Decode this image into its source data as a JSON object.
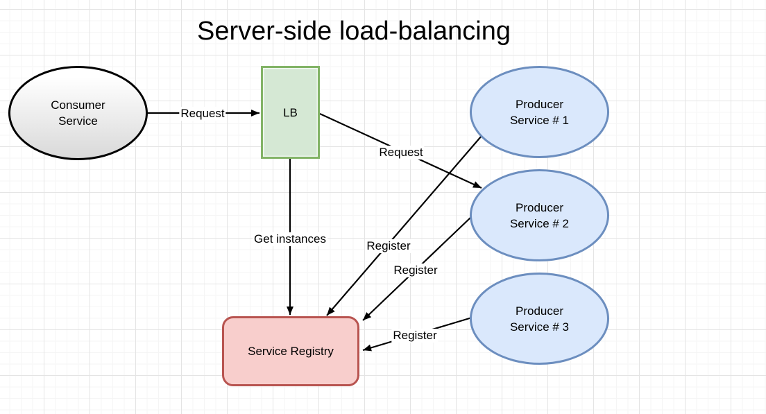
{
  "title": "Server-side load-balancing",
  "nodes": {
    "consumer_service": {
      "label": "Consumer\nService",
      "shape": "ellipse"
    },
    "load_balancer": {
      "label": "LB",
      "shape": "rectangle"
    },
    "producer_service_1": {
      "label": "Producer\nService # 1",
      "shape": "ellipse"
    },
    "producer_service_2": {
      "label": "Producer\nService # 2",
      "shape": "ellipse"
    },
    "producer_service_3": {
      "label": "Producer\nService # 3",
      "shape": "ellipse"
    },
    "service_registry": {
      "label": "Service Registry",
      "shape": "rounded-rectangle"
    }
  },
  "edges": {
    "consumer_to_lb": {
      "label": "Request",
      "from": "consumer_service",
      "to": "load_balancer"
    },
    "lb_to_producer_2": {
      "label": "Request",
      "from": "load_balancer",
      "to": "producer_service_2"
    },
    "lb_to_registry": {
      "label": "Get instances",
      "from": "load_balancer",
      "to": "service_registry"
    },
    "producer1_to_registry": {
      "label": "Register",
      "from": "producer_service_1",
      "to": "service_registry"
    },
    "producer2_to_registry": {
      "label": "Register",
      "from": "producer_service_2",
      "to": "service_registry"
    },
    "producer3_to_registry": {
      "label": "Register",
      "from": "producer_service_3",
      "to": "service_registry"
    }
  },
  "colors": {
    "canvas_bg": "#ffffff",
    "grid_minor": "#f5f5f5",
    "grid_major": "#e4e4e4",
    "text_color": "#000000",
    "edge_color": "#000000",
    "consumer_stroke": "#000000",
    "consumer_fill_top": "#ffffff",
    "consumer_fill_bottom": "#d9d9d9",
    "lb_fill": "#d5e8d4",
    "lb_stroke": "#82b366",
    "producer_fill": "#dae8fc",
    "producer_stroke": "#6c8ebf",
    "registry_fill": "#f8cecc",
    "registry_stroke": "#b85450"
  }
}
